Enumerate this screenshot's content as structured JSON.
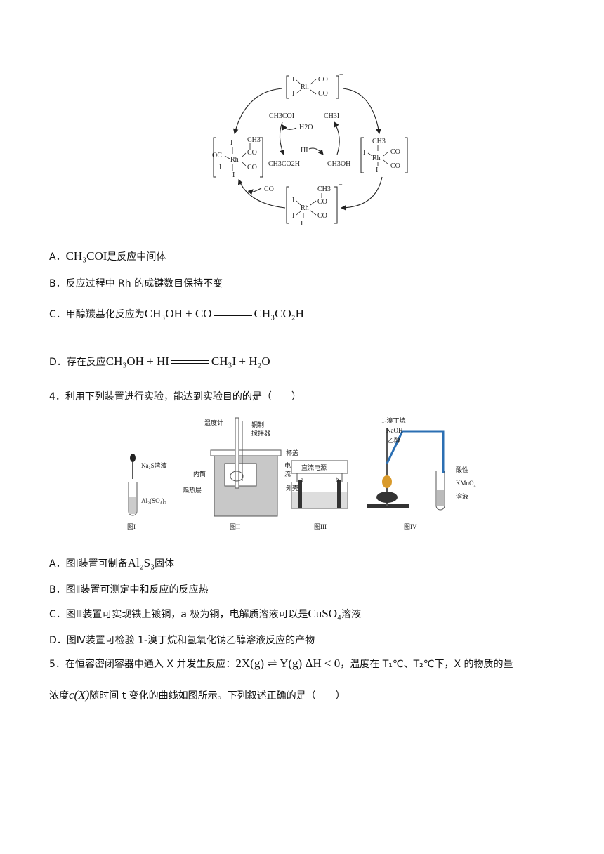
{
  "cycle": {
    "catalyst_top": {
      "l1": "I",
      "l2": "I",
      "r1": "CO",
      "r2": "CO",
      "metal": "Rh",
      "charge": "−"
    },
    "catalyst_right": {
      "l1": "CH3",
      "l2": "I",
      "l3": "I",
      "r1": "CO",
      "r2": "CO",
      "metal": "Rh",
      "charge": "−"
    },
    "catalyst_bottom": {
      "l1": "I",
      "l2": "I",
      "l3": "I",
      "r1": "CH3",
      "r2": "CO",
      "r3": "CO",
      "metal": "Rh",
      "charge": "−"
    },
    "catalyst_left": {
      "l1": "OC",
      "l2": "I",
      "l3": "I",
      "l4": "I",
      "r1": "CH3",
      "r2": "CO",
      "r3": "CO",
      "metal": "Rh",
      "charge": "−"
    },
    "inner": {
      "ch3coi": "CH3COI",
      "ch3i": "CH3I",
      "h2o": "H2O",
      "hi": "HI",
      "ch3co2h": "CH3CO2H",
      "ch3oh": "CH3OH"
    },
    "co_label": "CO"
  },
  "q3": {
    "A": {
      "label": "A．",
      "formula": "CH₃COI",
      "text": "是反应中间体"
    },
    "B": {
      "label": "B．",
      "text": "反应过程中 Rh 的成键数目保持不变"
    },
    "C": {
      "label": "C．",
      "text": "甲醇羰基化反应为",
      "lhs": "CH₃OH + CO",
      "rhs": "CH₃CO₂H"
    },
    "D": {
      "label": "D．",
      "text": "存在反应",
      "lhs": "CH₃OH + HI",
      "rhs": "CH₃I + H₂O"
    }
  },
  "q4": {
    "stem": "4．利用下列装置进行实验，能达到实验目的的是（　　）",
    "fig1": {
      "top": "Na₂S溶液",
      "bottom": "Al₂(SO₄)₃",
      "caption": "图I"
    },
    "fig2": {
      "thermometer": "温度计",
      "stirrer1": "铜制",
      "stirrer2": "搅拌器",
      "lid": "杯盖",
      "inner": "内筒",
      "shell": "外壳",
      "insulation": "隔热层",
      "caption": "图II"
    },
    "fig3": {
      "power": "直流电源",
      "current1": "电",
      "current2": "流",
      "a": "a",
      "b": "b",
      "caption": "图III"
    },
    "fig4": {
      "reagent1": "1-溴丁烷",
      "reagent2": "NaOH",
      "reagent3": "乙醇",
      "right1": "酸性",
      "right2": "KMnO₄",
      "right3": "溶液",
      "caption": "图IV"
    },
    "A": {
      "label": "A．",
      "text1": "图Ⅰ装置可制备",
      "formula": "Al₂S₃",
      "text2": "固体"
    },
    "B": {
      "label": "B．",
      "text": "图Ⅱ装置可测定中和反应的反应热"
    },
    "C": {
      "label": "C．",
      "text1": "图Ⅲ装置可实现铁上镀铜，a 极为铜，电解质溶液可以是",
      "formula": "CuSO₄",
      "text2": "溶液"
    },
    "D": {
      "label": "D．",
      "text": "图Ⅳ装置可检验 1-溴丁烷和氢氧化钠乙醇溶液反应的产物"
    }
  },
  "q5": {
    "line1_a": "5．在恒容密闭容器中通入 X 并发生反应：",
    "reaction": "2X(g) ⇌ Y(g)  ΔH < 0",
    "line1_b": "，温度在 T₁℃、T₂℃下，X 的物质的量",
    "line2_a": "浓度",
    "cx": "c(X)",
    "line2_b": "随时间 t 变化的曲线如图所示。下列叙述正确的是（　　）"
  }
}
